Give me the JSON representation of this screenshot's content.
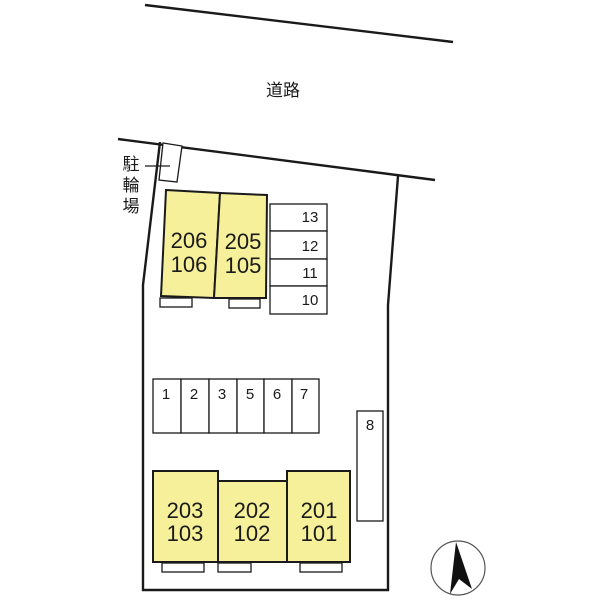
{
  "colors": {
    "building_fill": "#f6f09a",
    "line": "#1a1a1a",
    "background": "#ffffff"
  },
  "road": {
    "label": "道路"
  },
  "bicycle_parking": {
    "label_chars": [
      "駐",
      "輪",
      "場"
    ]
  },
  "buildings": [
    {
      "id": "bldg-206-106",
      "upper": "206",
      "lower": "106"
    },
    {
      "id": "bldg-205-105",
      "upper": "205",
      "lower": "105"
    },
    {
      "id": "bldg-203-103",
      "upper": "203",
      "lower": "103"
    },
    {
      "id": "bldg-202-102",
      "upper": "202",
      "lower": "102"
    },
    {
      "id": "bldg-201-101",
      "upper": "201",
      "lower": "101"
    }
  ],
  "parking_right_stack": [
    "13",
    "12",
    "11",
    "10"
  ],
  "parking_row": [
    "1",
    "2",
    "3",
    "5",
    "6",
    "7"
  ],
  "parking_side": "8",
  "compass": {
    "icon": "north-arrow-icon"
  }
}
